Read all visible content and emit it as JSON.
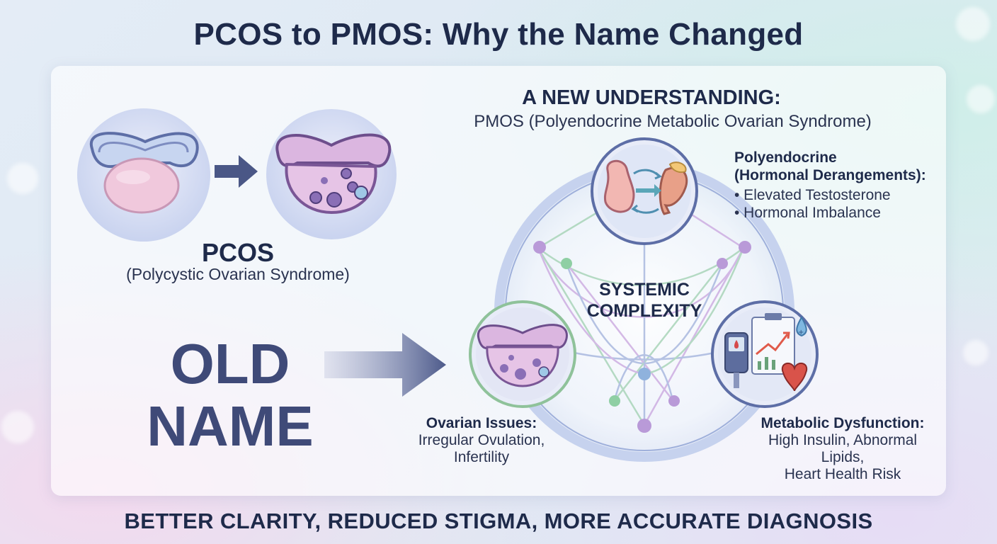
{
  "title": "PCOS to PMOS: Why the Name Changed",
  "new_understanding": {
    "heading": "A NEW UNDERSTANDING:",
    "subtitle": "PMOS (Polyendocrine Metabolic Ovarian Syndrome)"
  },
  "old": {
    "name": "PCOS",
    "full_name": "(Polycystic Ovarian Syndrome)",
    "label_line1": "OLD",
    "label_line2": "NAME"
  },
  "center_label_line1": "SYSTEMIC",
  "center_label_line2": "COMPLEXITY",
  "polyendocrine": {
    "title_line1": "Polyendocrine",
    "title_line2": "(Hormonal Derangements):",
    "bullets": [
      "• Elevated Testosterone",
      "• Hormonal Imbalance"
    ]
  },
  "ovarian": {
    "title": "Ovarian Issues:",
    "desc_line1": "Irregular Ovulation,",
    "desc_line2": "Infertility"
  },
  "metabolic": {
    "title": "Metabolic Dysfunction:",
    "desc_line1": "High Insulin, Abnormal",
    "desc_line2": "Lipids,",
    "desc_line3": "Heart Health Risk"
  },
  "footer": "BETTER CLARITY, REDUCED STIGMA, MORE ACCURATE DIAGNOSIS",
  "colors": {
    "navy": "#1e2a4a",
    "purple_tissue": "#c79ad0",
    "blue_tissue": "#a9bde6",
    "arrow": "#5a6796",
    "network_green": "#9fd0b0",
    "network_purple": "#c8a4de"
  }
}
